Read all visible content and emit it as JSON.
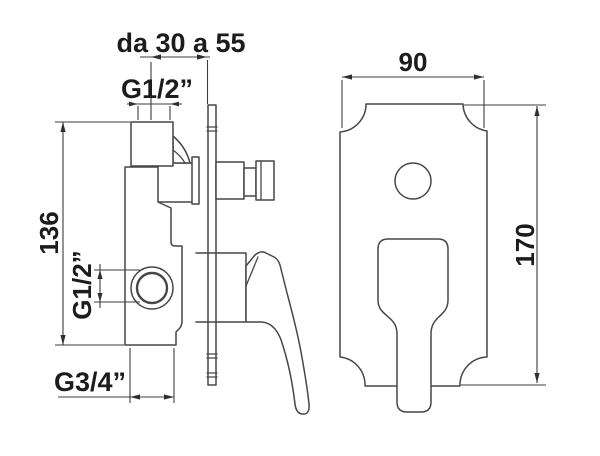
{
  "drawing": {
    "kind": "technical-installation-diagram",
    "labels": {
      "depth_range": "da 30 a 55",
      "inlet_top": "G1/2”",
      "body_height": "136",
      "outlet_side": "G1/2”",
      "outlet_bottom": "G3/4”",
      "plate_width": "90",
      "plate_height": "170"
    },
    "colors": {
      "line": "#474747",
      "dimension_line": "#3d3d3d",
      "text": "#1c1c1c",
      "background": "#ffffff"
    }
  }
}
